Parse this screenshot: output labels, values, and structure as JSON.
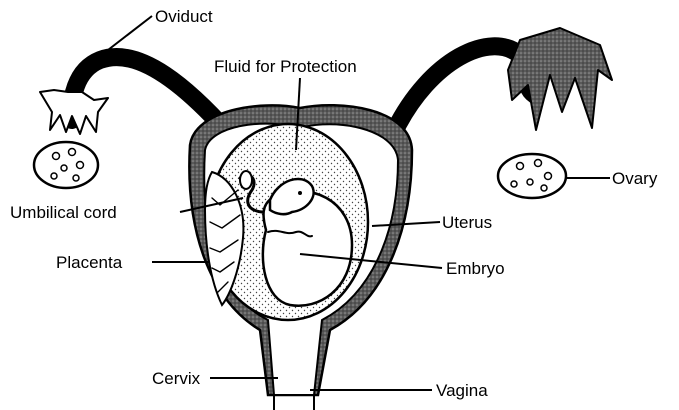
{
  "labels": {
    "oviduct": "Oviduct",
    "fluid": "Fluid for Protection",
    "ovary": "Ovary",
    "umbilical_cord": "Umbilical cord",
    "uterus": "Uterus",
    "placenta": "Placenta",
    "embryo": "Embryo",
    "cervix": "Cervix",
    "vagina": "Vagina"
  },
  "colors": {
    "ink": "#000000",
    "wall_shade": "#6e6e6e",
    "background": "#ffffff"
  }
}
